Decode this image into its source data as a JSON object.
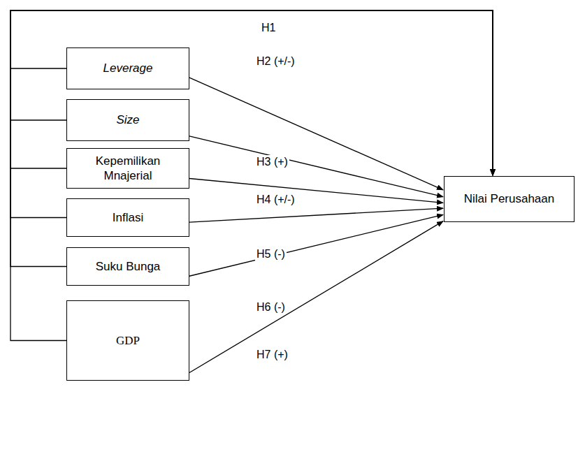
{
  "diagram": {
    "nodes": [
      {
        "text": [
          "Leverage"
        ]
      },
      {
        "text": [
          "Size"
        ]
      },
      {
        "text": [
          "Kepemilikan Mnajerial"
        ]
      },
      {
        "text": [
          "Inflasi"
        ]
      },
      {
        "text": [
          "Suku Bunga"
        ]
      },
      {
        "text": [
          "GDP"
        ]
      },
      {
        "text": [
          "Nilai Perusahaan"
        ]
      }
    ],
    "edges": [
      {
        "from": 0,
        "to": 6,
        "arrow": "to",
        "label": "H1"
      },
      {
        "from": 1,
        "to": 6,
        "arrow": "to"
      },
      {
        "from": 2,
        "to": 6,
        "arrow": "to"
      },
      {
        "from": 3,
        "to": 6,
        "arrow": "to"
      },
      {
        "from": 4,
        "to": 6,
        "arrow": "to"
      },
      {
        "from": 5,
        "to": 6,
        "arrow": "to"
      },
      {
        "from": 0,
        "to": 6,
        "arrow": "to",
        "label": "H2 (+/-)"
      },
      {
        "from": 1,
        "to": 6,
        "arrow": "to",
        "label": "H3 (+)"
      },
      {
        "from": 2,
        "to": 6,
        "arrow": "to",
        "label": "H4 (+/-)"
      },
      {
        "from": 3,
        "to": 6,
        "arrow": "to",
        "label": "H5 (-)"
      },
      {
        "from": 4,
        "to": 6,
        "arrow": "to",
        "label": "H6 (-)"
      },
      {
        "from": 5,
        "to": 6,
        "arrow": "to",
        "label": "H7 (+)"
      }
    ]
  }
}
